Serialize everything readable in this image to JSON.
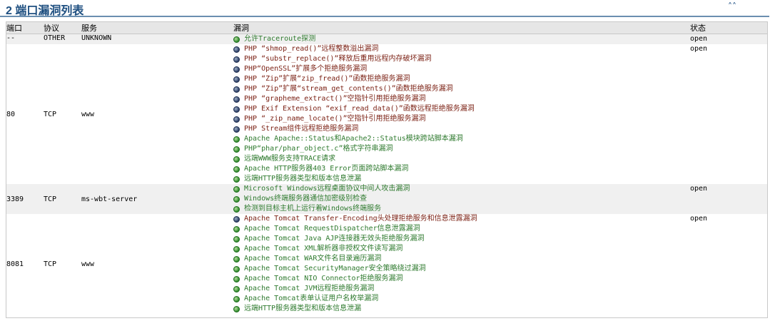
{
  "section": {
    "title": "2 端口漏洞列表",
    "collapse_icon": "double-chevron-up-icon"
  },
  "colors": {
    "high": "#7a1f12",
    "low": "#2e7a2e",
    "title": "#1e4f80"
  },
  "columns": [
    "端口",
    "协议",
    "服务",
    "漏洞",
    "状态"
  ],
  "rows": [
    {
      "port": "--",
      "protocol": "OTHER",
      "service": "UNKNOWN",
      "status": "open",
      "vulns": [
        {
          "text": "允许Traceroute探测",
          "level": "low"
        }
      ]
    },
    {
      "port": "80",
      "protocol": "TCP",
      "service": "www",
      "status": "open",
      "vulns": [
        {
          "text": "PHP “shmop_read()”远程整数溢出漏洞",
          "level": "high"
        },
        {
          "text": "PHP “substr_replace()”释放后重用远程内存破坏漏洞",
          "level": "high"
        },
        {
          "text": "PHP“OpenSSL”扩展多个拒绝服务漏洞",
          "level": "high"
        },
        {
          "text": "PHP “Zip”扩展“zip_fread()”函数拒绝服务漏洞",
          "level": "high"
        },
        {
          "text": "PHP “Zip”扩展“stream_get_contents()”函数拒绝服务漏洞",
          "level": "high"
        },
        {
          "text": "PHP “grapheme_extract()”空指针引用拒绝服务漏洞",
          "level": "high"
        },
        {
          "text": "PHP Exif Extension “exif_read_data()”函数远程拒绝服务漏洞",
          "level": "high"
        },
        {
          "text": "PHP “_zip_name_locate()”空指针引用拒绝服务漏洞",
          "level": "high"
        },
        {
          "text": "PHP Stream组件远程拒绝服务漏洞",
          "level": "high"
        },
        {
          "text": "Apache Apache::Status和Apache2::Status模块跨站脚本漏洞",
          "level": "low"
        },
        {
          "text": "PHP“phar/phar_object.c”格式字符串漏洞",
          "level": "low"
        },
        {
          "text": "远端WWW服务支持TRACE请求",
          "level": "low"
        },
        {
          "text": "Apache HTTP服务器403 Error页面跨站脚本漏洞",
          "level": "low"
        },
        {
          "text": "远端HTTP服务器类型和版本信息泄漏",
          "level": "low"
        }
      ]
    },
    {
      "port": "3389",
      "protocol": "TCP",
      "service": "ms-wbt-server",
      "status": "open",
      "vulns": [
        {
          "text": "Microsoft Windows远程桌面协议中间人攻击漏洞",
          "level": "low"
        },
        {
          "text": "Windows终端服务器通信加密级别检查",
          "level": "low"
        },
        {
          "text": "检测到目标主机上运行着Windows终端服务",
          "level": "low"
        }
      ]
    },
    {
      "port": "8081",
      "protocol": "TCP",
      "service": "www",
      "status": "open",
      "vulns": [
        {
          "text": "Apache Tomcat Transfer-Encoding头处理拒绝服务和信息泄露漏洞",
          "level": "high"
        },
        {
          "text": "Apache Tomcat RequestDispatcher信息泄露漏洞",
          "level": "low"
        },
        {
          "text": "Apache Tomcat Java AJP连接器无效头拒绝服务漏洞",
          "level": "low"
        },
        {
          "text": "Apache Tomcat XML解析器非授权文件读写漏洞",
          "level": "low"
        },
        {
          "text": "Apache Tomcat WAR文件名目录遍历漏洞",
          "level": "low"
        },
        {
          "text": "Apache Tomcat SecurityManager安全策略绕过漏洞",
          "level": "low"
        },
        {
          "text": "Apache Tomcat NIO Connector拒绝服务漏洞",
          "level": "low"
        },
        {
          "text": "Apache Tomcat JVM远程拒绝服务漏洞",
          "level": "low"
        },
        {
          "text": "Apache Tomcat表单认证用户名枚举漏洞",
          "level": "low"
        },
        {
          "text": "远端HTTP服务器类型和版本信息泄漏",
          "level": "low"
        }
      ]
    }
  ]
}
